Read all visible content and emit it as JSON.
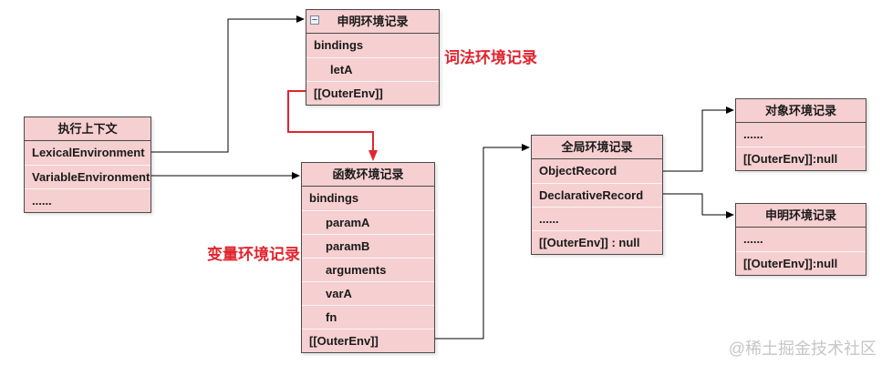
{
  "diagram": {
    "boxes": {
      "execution_context": {
        "title": "执行上下文",
        "rows": [
          {
            "label": "LexicalEnvironment"
          },
          {
            "label": "VariableEnvironment"
          },
          {
            "label": "......"
          }
        ]
      },
      "declarative_env_top": {
        "title": "申明环境记录",
        "collapse_icon": "−",
        "rows": [
          {
            "label": "bindings"
          },
          {
            "label": "letA"
          },
          {
            "label": "[[OuterEnv]]"
          }
        ]
      },
      "function_env": {
        "title": "函数环境记录",
        "rows": [
          {
            "label": "bindings"
          },
          {
            "label": "paramA"
          },
          {
            "label": "paramB"
          },
          {
            "label": "arguments"
          },
          {
            "label": "varA"
          },
          {
            "label": "fn"
          },
          {
            "label": "[[OuterEnv]]"
          }
        ]
      },
      "global_env": {
        "title": "全局环境记录",
        "rows": [
          {
            "label": "ObjectRecord"
          },
          {
            "label": "DeclarativeRecord"
          },
          {
            "label": "......"
          },
          {
            "label": "[[OuterEnv]]  :  null"
          }
        ]
      },
      "object_env": {
        "title": "对象环境记录",
        "rows": [
          {
            "label": "......"
          },
          {
            "label": "[[OuterEnv]]:null"
          }
        ]
      },
      "declarative_env_right": {
        "title": "申明环境记录",
        "rows": [
          {
            "label": "......"
          },
          {
            "label": "[[OuterEnv]]:null"
          }
        ]
      }
    },
    "annotations": {
      "lexical_label": "词法环境记录",
      "variable_label": "变量环境记录"
    },
    "watermark": "@稀土掘金技术社区",
    "colors": {
      "box_fill": "#f6cfd0",
      "box_border": "#4a4a4a",
      "connector": "#000000",
      "red_connector": "#e1252f",
      "text": "#1a1a1a",
      "annotation_red": "#e1252f",
      "watermark_gray": "#c6c6c6"
    }
  }
}
